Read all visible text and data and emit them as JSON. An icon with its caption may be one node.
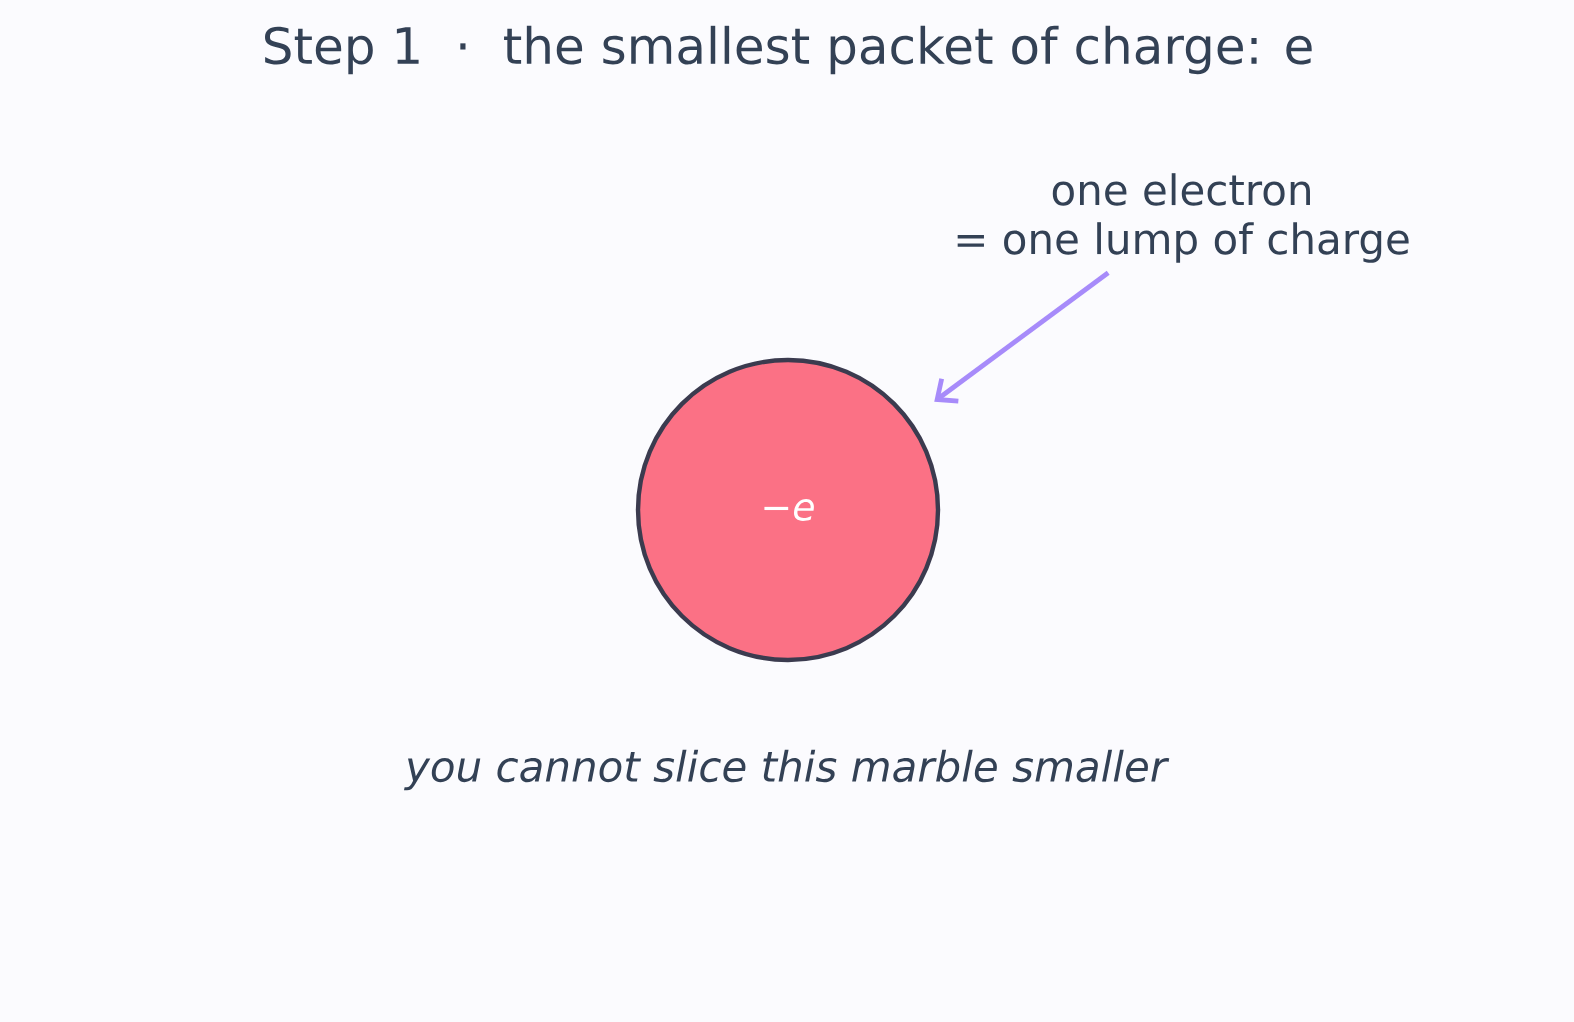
{
  "diagram": {
    "title": "Step 1  ·  the smallest packet of charge: e",
    "nodes": [
      {
        "text": [
          "one electron = one lump of charge"
        ]
      },
      {
        "text": [
          "−*e*"
        ],
        "beside": [
          "you cannot slice this marble smaller"
        ]
      }
    ],
    "edges": [
      {
        "from": 0,
        "to": 1,
        "arrow": "to",
        "color": "#a78bfa"
      }
    ]
  }
}
